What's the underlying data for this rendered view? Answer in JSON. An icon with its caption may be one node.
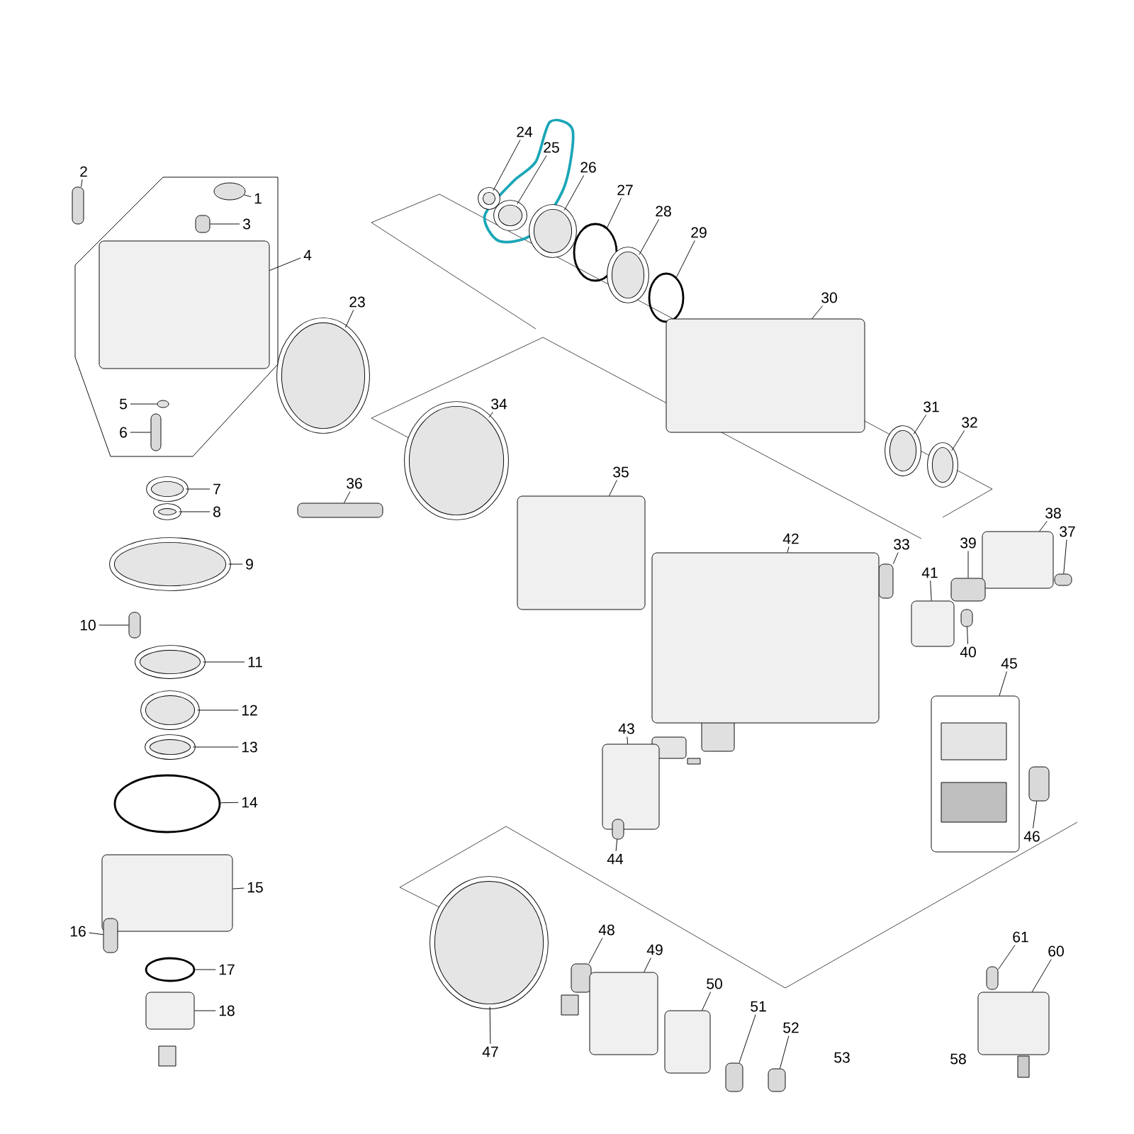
{
  "diagram": {
    "nodes": [
      {
        "text": [
          "1"
        ]
      },
      {
        "text": [],
        "shape": "circle"
      },
      {
        "text": [
          "2"
        ]
      },
      {
        "text": [],
        "shape": "box"
      },
      {
        "text": [
          "3"
        ]
      },
      {
        "text": [],
        "shape": "box"
      },
      {
        "text": [
          "4"
        ]
      },
      {
        "text": [],
        "shape": "box"
      },
      {
        "text": [
          "5"
        ]
      },
      {
        "text": [],
        "shape": "circle"
      },
      {
        "text": [
          "6"
        ]
      },
      {
        "text": [],
        "shape": "box"
      },
      {
        "text": [
          "7"
        ]
      },
      {
        "text": [],
        "shape": "circle"
      },
      {
        "text": [
          "8"
        ]
      },
      {
        "text": [],
        "shape": "circle"
      },
      {
        "text": [
          "9"
        ]
      },
      {
        "text": [],
        "shape": "circle"
      },
      {
        "text": [
          "10"
        ]
      },
      {
        "text": [],
        "shape": "box"
      },
      {
        "text": [
          "11"
        ]
      },
      {
        "text": [],
        "shape": "circle"
      },
      {
        "text": [
          "12"
        ]
      },
      {
        "text": [],
        "shape": "circle"
      },
      {
        "text": [
          "13"
        ]
      },
      {
        "text": [],
        "shape": "circle"
      },
      {
        "text": [
          "14"
        ]
      },
      {
        "text": [],
        "shape": "circle"
      },
      {
        "text": [
          "15"
        ]
      },
      {
        "text": [],
        "shape": "box"
      },
      {
        "text": [
          "16"
        ]
      },
      {
        "text": [],
        "shape": "box"
      },
      {
        "text": [
          "17"
        ]
      },
      {
        "text": [],
        "shape": "circle"
      },
      {
        "text": [
          "18"
        ]
      },
      {
        "text": [],
        "shape": "box"
      },
      {
        "text": [
          "23"
        ]
      },
      {
        "text": [],
        "shape": "circle"
      },
      {
        "text": [
          "24"
        ]
      },
      {
        "text": [],
        "shape": "circle"
      },
      {
        "text": [
          "25"
        ]
      },
      {
        "text": [],
        "shape": "circle"
      },
      {
        "text": [
          "26"
        ]
      },
      {
        "text": [],
        "shape": "circle"
      },
      {
        "text": [
          "27"
        ]
      },
      {
        "text": [],
        "shape": "circle"
      },
      {
        "text": [
          "28"
        ]
      },
      {
        "text": [],
        "shape": "circle"
      },
      {
        "text": [
          "29"
        ]
      },
      {
        "text": [],
        "shape": "circle"
      },
      {
        "text": [
          "30"
        ]
      },
      {
        "text": [],
        "shape": "box"
      },
      {
        "text": [
          "31"
        ]
      },
      {
        "text": [],
        "shape": "circle"
      },
      {
        "text": [
          "32"
        ]
      },
      {
        "text": [],
        "shape": "circle"
      },
      {
        "text": [
          "33"
        ]
      },
      {
        "text": [],
        "shape": "box"
      },
      {
        "text": [
          "34"
        ]
      },
      {
        "text": [],
        "shape": "circle"
      },
      {
        "text": [
          "35"
        ]
      },
      {
        "text": [],
        "shape": "box"
      },
      {
        "text": [
          "36"
        ]
      },
      {
        "text": [],
        "shape": "box"
      },
      {
        "text": [
          "37"
        ]
      },
      {
        "text": [],
        "shape": "box"
      },
      {
        "text": [
          "38"
        ]
      },
      {
        "text": [],
        "shape": "box"
      },
      {
        "text": [
          "39"
        ]
      },
      {
        "text": [],
        "shape": "box"
      },
      {
        "text": [
          "40"
        ]
      },
      {
        "text": [],
        "shape": "box"
      },
      {
        "text": [
          "41"
        ]
      },
      {
        "text": [],
        "shape": "box"
      },
      {
        "text": [
          "42"
        ]
      },
      {
        "text": [],
        "shape": "box"
      },
      {
        "text": [
          "43"
        ]
      },
      {
        "text": [],
        "shape": "box"
      },
      {
        "text": [
          "44"
        ]
      },
      {
        "text": [],
        "shape": "box"
      },
      {
        "text": [
          "45"
        ]
      },
      {
        "text": [],
        "shape": "box"
      },
      {
        "text": [
          "46"
        ]
      },
      {
        "text": [],
        "shape": "box"
      },
      {
        "text": [
          "47"
        ]
      },
      {
        "text": [],
        "shape": "circle"
      },
      {
        "text": [
          "48"
        ]
      },
      {
        "text": [],
        "shape": "box"
      },
      {
        "text": [
          "49"
        ]
      },
      {
        "text": [],
        "shape": "box"
      },
      {
        "text": [
          "50"
        ]
      },
      {
        "text": [],
        "shape": "box"
      },
      {
        "text": [
          "51"
        ]
      },
      {
        "text": [],
        "shape": "box"
      },
      {
        "text": [
          "52"
        ]
      },
      {
        "text": [],
        "shape": "box"
      },
      {
        "text": [
          "60"
        ]
      },
      {
        "text": [],
        "shape": "box"
      },
      {
        "text": [
          "61"
        ]
      },
      {
        "text": [],
        "shape": "box"
      }
    ],
    "edges": [
      {
        "from": 0,
        "to": 1,
        "arrow": "none"
      },
      {
        "from": 2,
        "to": 3,
        "arrow": "none"
      },
      {
        "from": 4,
        "to": 5,
        "arrow": "none"
      },
      {
        "from": 6,
        "to": 7,
        "arrow": "none"
      },
      {
        "from": 8,
        "to": 9,
        "arrow": "none"
      },
      {
        "from": 10,
        "to": 11,
        "arrow": "none"
      },
      {
        "from": 12,
        "to": 13,
        "arrow": "none"
      },
      {
        "from": 14,
        "to": 15,
        "arrow": "none"
      },
      {
        "from": 16,
        "to": 17,
        "arrow": "none"
      },
      {
        "from": 18,
        "to": 19,
        "arrow": "none"
      },
      {
        "from": 20,
        "to": 21,
        "arrow": "none"
      },
      {
        "from": 22,
        "to": 23,
        "arrow": "none"
      },
      {
        "from": 24,
        "to": 25,
        "arrow": "none"
      },
      {
        "from": 26,
        "to": 27,
        "arrow": "none"
      },
      {
        "from": 28,
        "to": 29,
        "arrow": "none"
      },
      {
        "from": 30,
        "to": 31,
        "arrow": "none"
      },
      {
        "from": 32,
        "to": 33,
        "arrow": "none"
      },
      {
        "from": 34,
        "to": 35,
        "arrow": "none"
      },
      {
        "from": 36,
        "to": 37,
        "arrow": "none"
      },
      {
        "from": 38,
        "to": 39,
        "arrow": "none"
      },
      {
        "from": 40,
        "to": 41,
        "arrow": "none"
      },
      {
        "from": 42,
        "to": 43,
        "arrow": "none"
      },
      {
        "from": 44,
        "to": 45,
        "arrow": "none"
      },
      {
        "from": 46,
        "to": 47,
        "arrow": "none"
      },
      {
        "from": 48,
        "to": 49,
        "arrow": "none"
      },
      {
        "from": 50,
        "to": 51,
        "arrow": "none"
      },
      {
        "from": 52,
        "to": 53,
        "arrow": "none"
      },
      {
        "from": 54,
        "to": 55,
        "arrow": "none"
      },
      {
        "from": 56,
        "to": 57,
        "arrow": "none"
      },
      {
        "from": 58,
        "to": 59,
        "arrow": "none"
      },
      {
        "from": 60,
        "to": 61,
        "arrow": "none"
      },
      {
        "from": 62,
        "to": 63,
        "arrow": "none"
      },
      {
        "from": 64,
        "to": 65,
        "arrow": "none"
      },
      {
        "from": 66,
        "to": 67,
        "arrow": "none"
      },
      {
        "from": 68,
        "to": 69,
        "arrow": "none"
      },
      {
        "from": 70,
        "to": 71,
        "arrow": "none"
      },
      {
        "from": 72,
        "to": 73,
        "arrow": "none"
      },
      {
        "from": 74,
        "to": 75,
        "arrow": "none"
      },
      {
        "from": 76,
        "to": 77,
        "arrow": "none"
      },
      {
        "from": 78,
        "to": 79,
        "arrow": "none"
      },
      {
        "from": 80,
        "to": 81,
        "arrow": "none"
      },
      {
        "from": 82,
        "to": 83,
        "arrow": "none"
      },
      {
        "from": 84,
        "to": 85,
        "arrow": "none"
      },
      {
        "from": 86,
        "to": 87,
        "arrow": "none"
      },
      {
        "from": 88,
        "to": 89,
        "arrow": "none"
      },
      {
        "from": 90,
        "to": 91,
        "arrow": "none"
      },
      {
        "from": 92,
        "to": 93,
        "arrow": "none"
      },
      {
        "from": 94,
        "to": 95,
        "arrow": "none"
      },
      {
        "from": 96,
        "to": 97,
        "arrow": "none"
      },
      {
        "from": 98,
        "to": 99,
        "arrow": "none"
      }
    ],
    "labels": [
      "53",
      "58"
    ]
  }
}
